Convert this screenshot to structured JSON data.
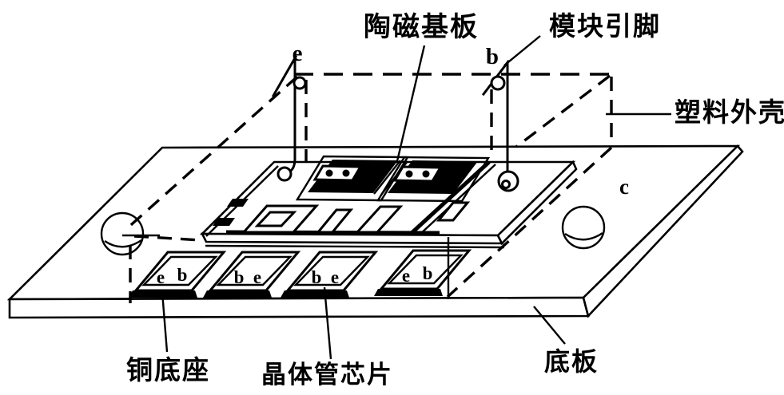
{
  "labels": {
    "ceramic_substrate": "陶磁基板",
    "module_pin": "模块引脚",
    "plastic_case": "塑料外壳",
    "copper_base": "铜底座",
    "transistor_chip": "晶体管芯片",
    "base_plate": "底板"
  },
  "pin_letters": {
    "e": "e",
    "b": "b",
    "c": "c"
  },
  "trays": [
    {
      "left": "e",
      "right": "b"
    },
    {
      "left": "b",
      "right": "e"
    },
    {
      "left": "b",
      "right": "e"
    },
    {
      "left": "e",
      "right": "b"
    }
  ],
  "colors": {
    "line": "#000000",
    "background": "#ffffff"
  }
}
